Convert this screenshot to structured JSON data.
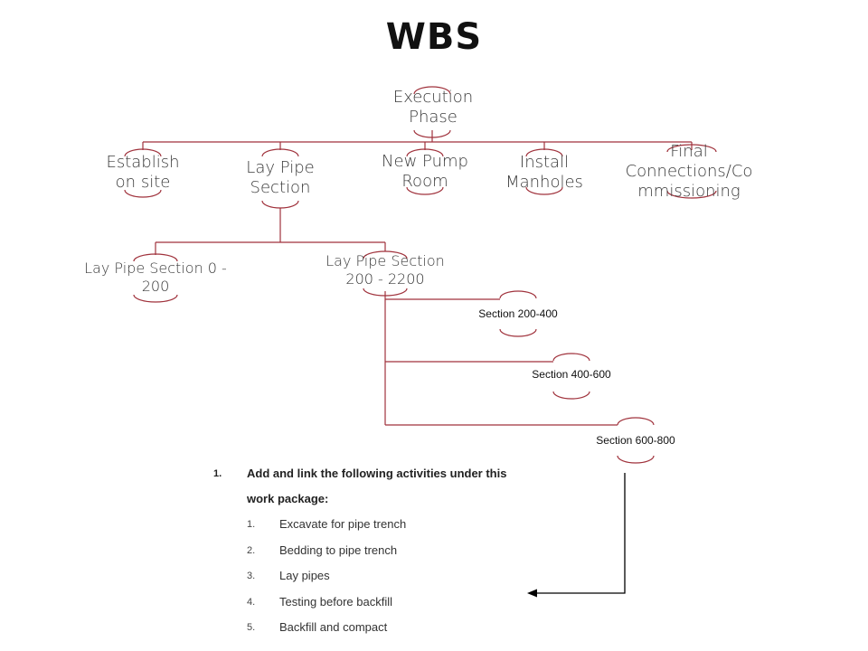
{
  "title": "WBS",
  "root": {
    "label_1": "Execution",
    "label_2": "Phase"
  },
  "phase_children": [
    {
      "label_1": "Establish",
      "label_2": "on site"
    },
    {
      "label_1": "Lay Pipe",
      "label_2": "Section"
    },
    {
      "label_1": "New Pump",
      "label_2": "Room"
    },
    {
      "label_1": "Install",
      "label_2": "Manholes"
    },
    {
      "label_1": "Final",
      "label_2": "Connections/Co",
      "label_3": "mmissioning"
    }
  ],
  "lay_pipe_children": [
    {
      "label_1": "Lay Pipe Section 0 -",
      "label_2": "200"
    },
    {
      "label_1": "Lay Pipe Section",
      "label_2": "200 - 2200"
    }
  ],
  "sections": [
    {
      "label": "Section 200-400"
    },
    {
      "label": "Section 400-600"
    },
    {
      "label": "Section 600-800"
    }
  ],
  "instructions": {
    "main_number": "1.",
    "main_line_1": "Add and link the following activities under this",
    "main_line_2": "work package:",
    "items": [
      {
        "num": "1.",
        "text": "Excavate for pipe trench"
      },
      {
        "num": "2.",
        "text": "Bedding to pipe trench"
      },
      {
        "num": "3.",
        "text": "Lay pipes"
      },
      {
        "num": "4.",
        "text": "Testing before backfill"
      },
      {
        "num": "5.",
        "text": "Backfill and compact"
      }
    ]
  },
  "colors": {
    "connector": "#a0323c",
    "arrow": "#000000"
  }
}
